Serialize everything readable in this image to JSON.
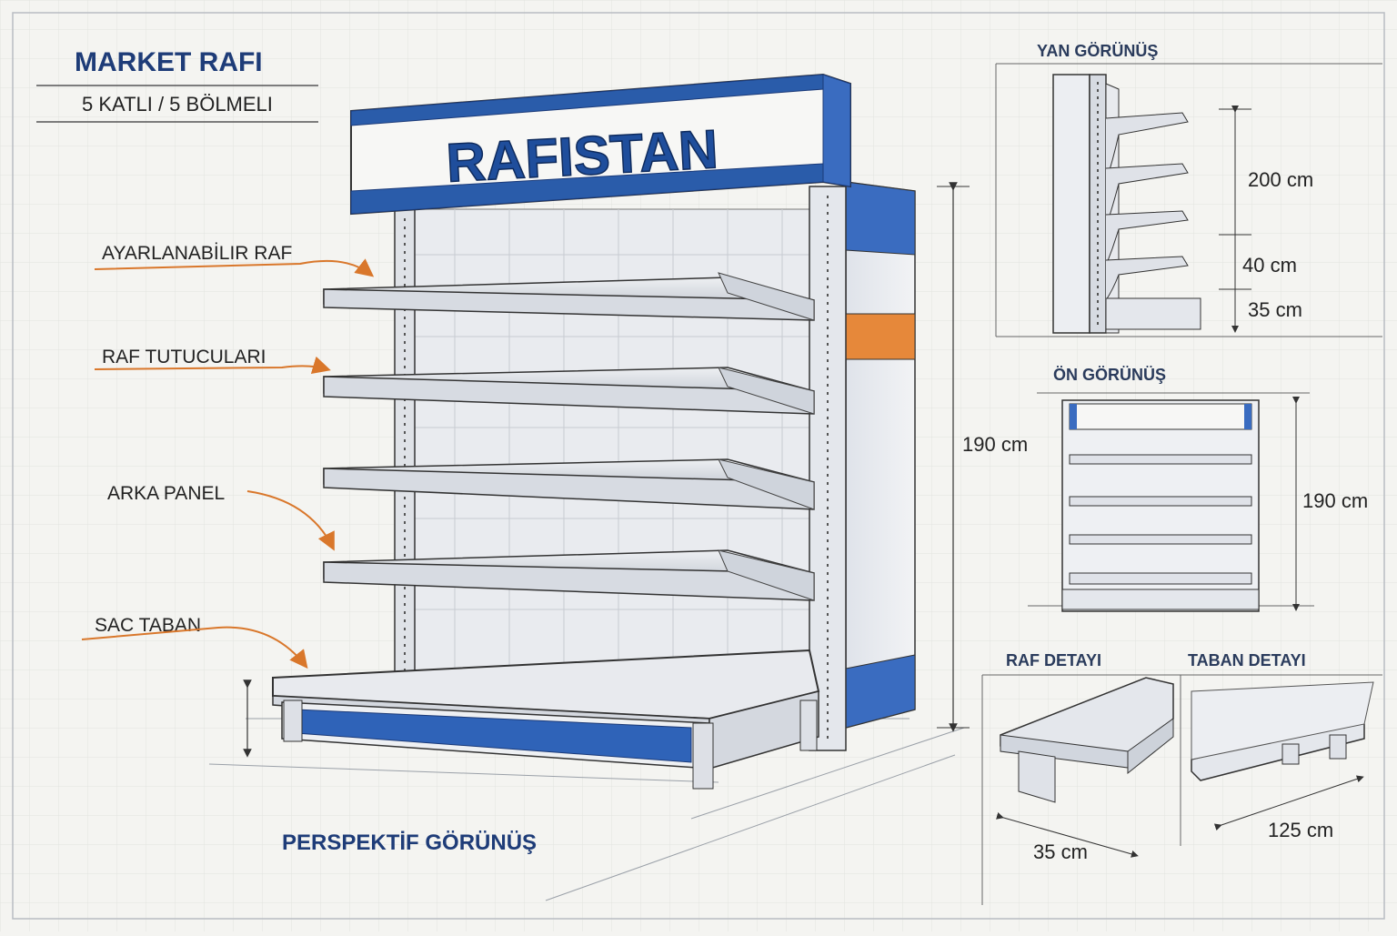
{
  "header": {
    "title": "MARKET RAFI",
    "subtitle": "5 KATLI / 5 BÖLMELI"
  },
  "sign": {
    "text": "RAFISTAN"
  },
  "callouts": {
    "adjustable_shelf": "AYARLANABİLIR RAF",
    "shelf_holders": "RAF TUTUCULARI",
    "back_panel": "ARKA PANEL",
    "sheet_base": "SAC TABAN"
  },
  "perspective": {
    "caption": "PERSPEKTİF GÖRÜNÜŞ",
    "height_label": "190 cm"
  },
  "side_view": {
    "title": "YAN GÖRÜNÜŞ",
    "dim_top": "200 cm",
    "dim_mid": "40 cm",
    "dim_bottom": "35 cm"
  },
  "front_view": {
    "title": "ÖN GÖRÜNÜŞ",
    "height_label": "190 cm"
  },
  "shelf_detail": {
    "title": "RAF DETAYI",
    "dim": "35 cm"
  },
  "base_detail": {
    "title": "TABAN DETAYI",
    "dim": "125 cm"
  },
  "colors": {
    "brand_blue": "#2a5caa",
    "accent_orange": "#e07a2a",
    "navy_text": "#1e3c78",
    "ink": "#2f3640"
  }
}
